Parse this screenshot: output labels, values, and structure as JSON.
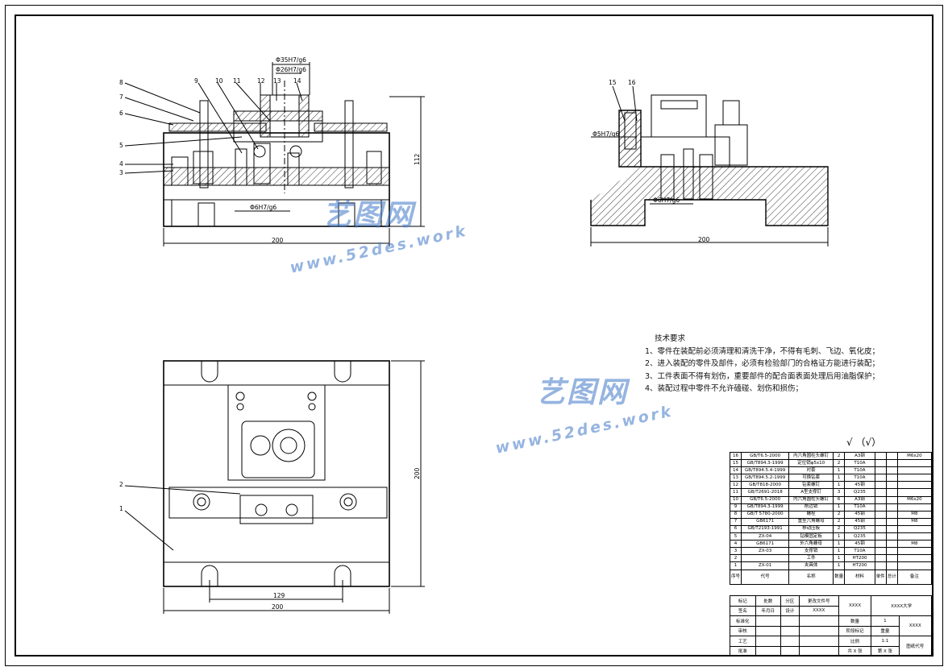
{
  "front_view": {
    "dims": {
      "d35": "Φ35H7/g6",
      "d26": "Φ26H7/g6",
      "d6": "Φ6H7/g6",
      "width": "200",
      "height": "112"
    },
    "balloons": [
      "8",
      "7",
      "6",
      "5",
      "4",
      "3",
      "9",
      "10",
      "11",
      "12",
      "13",
      "14"
    ]
  },
  "side_view": {
    "dims": {
      "d5": "Φ5H7/g6",
      "d6": "Φ6H7/g6",
      "width": "200"
    },
    "balloons": [
      "15",
      "16"
    ]
  },
  "top_view": {
    "dims": {
      "w129": "129",
      "w200": "200",
      "h200": "200"
    },
    "balloons": [
      "2",
      "1"
    ]
  },
  "tech_requirements": {
    "title": "技术要求",
    "items": [
      "1、零件在装配前必须清理和清洗干净，不得有毛刺、飞边、氧化皮；",
      "2、进入装配的零件及部件，必须有检验部门的合格证方能进行装配；",
      "3、工件表面不得有划伤，重要部件的配合面表面处理后用油脂保护；",
      "4、装配过程中零件不允许磕碰、划伤和损伤；"
    ]
  },
  "roughness": "（√）",
  "watermark": {
    "cn": "艺图网",
    "url": "www.52des.work"
  },
  "bom": {
    "rows": [
      [
        "16",
        "GB/T6.5-2000",
        "内六角圆柱头螺钉",
        "2",
        "A3钢",
        "",
        "",
        "M6x20"
      ],
      [
        "15",
        "GB/T894.3-1999",
        "定位销φ5x10",
        "2",
        "T10A",
        "",
        "",
        ""
      ],
      [
        "14",
        "GB/T894.5.4-1999",
        "衬套",
        "1",
        "T10A",
        "",
        "",
        ""
      ],
      [
        "13",
        "GB/T894.5.2-1999",
        "可换钻套",
        "1",
        "T10A",
        "",
        "",
        ""
      ],
      [
        "12",
        "GB/T818-2000",
        "钻套螺钉",
        "1",
        "45钢",
        "",
        "",
        ""
      ],
      [
        "11",
        "GB/T2691-2018",
        "A型支撑钉",
        "3",
        "Q235",
        "",
        "",
        ""
      ],
      [
        "10",
        "GB/T6.5-2000",
        "内六角圆柱头螺钉",
        "6",
        "A3钢",
        "",
        "",
        "M6x20"
      ],
      [
        "9",
        "GB/T894.3-1999",
        "削边销",
        "1",
        "T10A",
        "",
        "",
        ""
      ],
      [
        "8",
        "GB/T 5780-2000",
        "螺栓",
        "2",
        "45钢",
        "",
        "",
        "M8"
      ],
      [
        "7",
        "GB6171",
        "重型六角螺母",
        "2",
        "45钢",
        "",
        "",
        "M8"
      ],
      [
        "6",
        "GB/T2193-1991",
        "移动压板",
        "2",
        "Q235",
        "",
        "",
        ""
      ],
      [
        "5",
        "ZX-04",
        "钻模固定板",
        "1",
        "Q235",
        "",
        "",
        ""
      ],
      [
        "4",
        "GB6171",
        "外六角螺母",
        "1",
        "45钢",
        "",
        "",
        "M8"
      ],
      [
        "3",
        "ZX-03",
        "支撑销",
        "1",
        "T10A",
        "",
        "",
        ""
      ],
      [
        "2",
        "",
        "工件",
        "1",
        "HT200",
        "",
        "",
        ""
      ],
      [
        "1",
        "ZX-01",
        "夹具体",
        "1",
        "HT200",
        "",
        "",
        ""
      ]
    ],
    "header": [
      "序号",
      "代号",
      "名称",
      "数量",
      "材料",
      "单件",
      "总计",
      "备注"
    ],
    "header_sub": "重量"
  },
  "title_block": {
    "company": "XXXX",
    "school": "XXXX大学",
    "sheet_name": "XXXX",
    "qty_label": "数量",
    "qty": "1",
    "stage": "阶段标记",
    "weight": "重量",
    "scale_label": "比例",
    "scale": "1:1",
    "drawing_no": "图纸代号",
    "sheets": "共 X 张",
    "sheet": "第 X 张",
    "labels": [
      "标记",
      "处数",
      "分区",
      "更改文件号",
      "签名",
      "年月日",
      "设计",
      "XXXX",
      "标准化",
      "审核",
      "工艺",
      "批准"
    ]
  }
}
